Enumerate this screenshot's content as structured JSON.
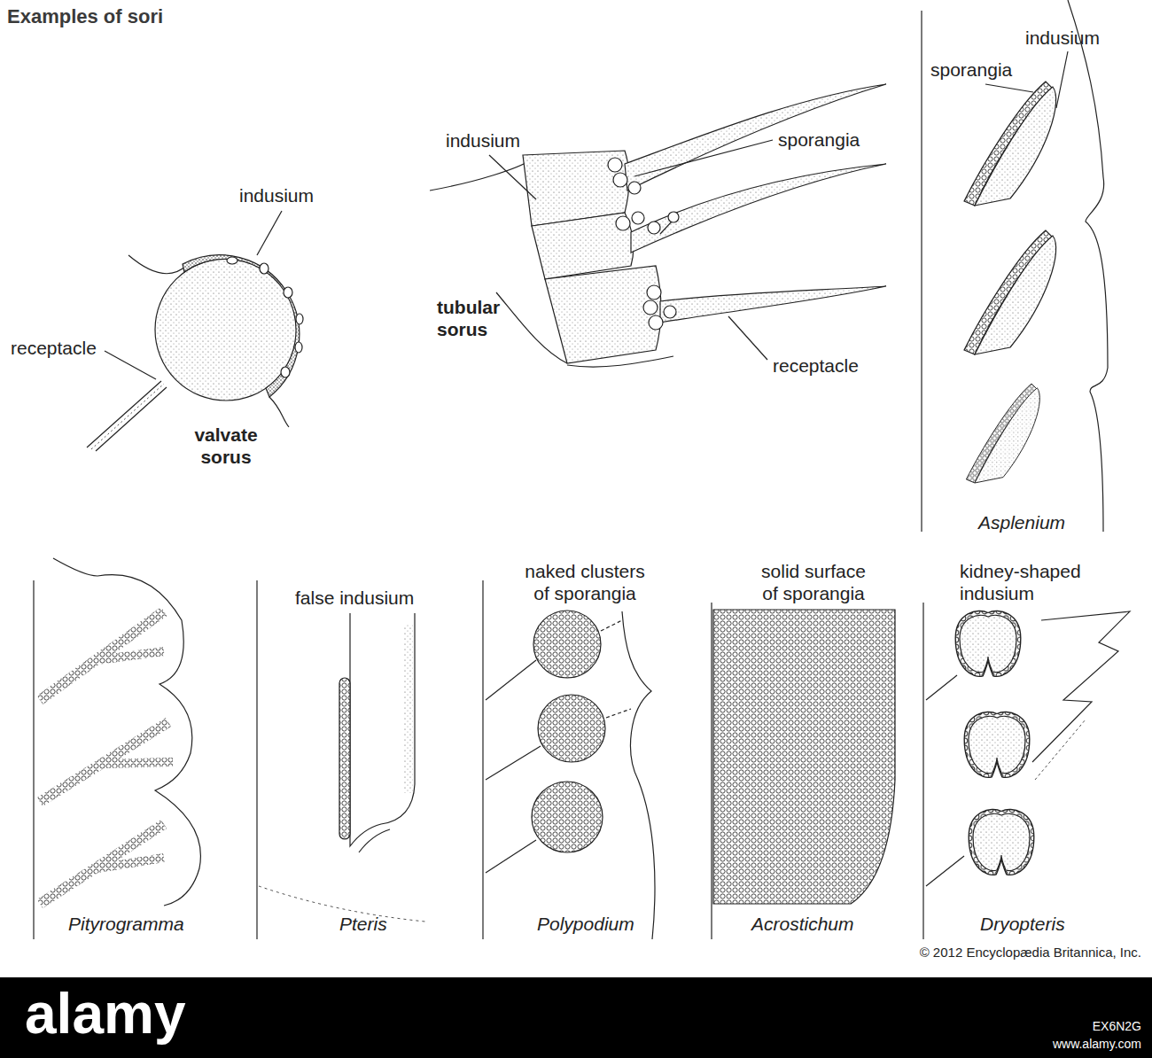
{
  "diagram": {
    "title": "Examples of sori",
    "caption": "© 2012 Encyclopædia Britannica, Inc.",
    "labels": [
      "indusium",
      "receptacle",
      "valvate sorus",
      "indusium",
      "sporangia",
      "tubular sorus",
      "receptacle",
      "sporangia",
      "indusium",
      "Asplenium",
      "Pityrogramma",
      "false indusium",
      "Pteris",
      "naked clusters of sporangia",
      "Polypodium",
      "solid surface of sporangia",
      "Acrostichum",
      "kidney-shaped indusium",
      "Dryopteris",
      "alamy",
      "EX6N2G",
      "www.alamy.com"
    ]
  }
}
